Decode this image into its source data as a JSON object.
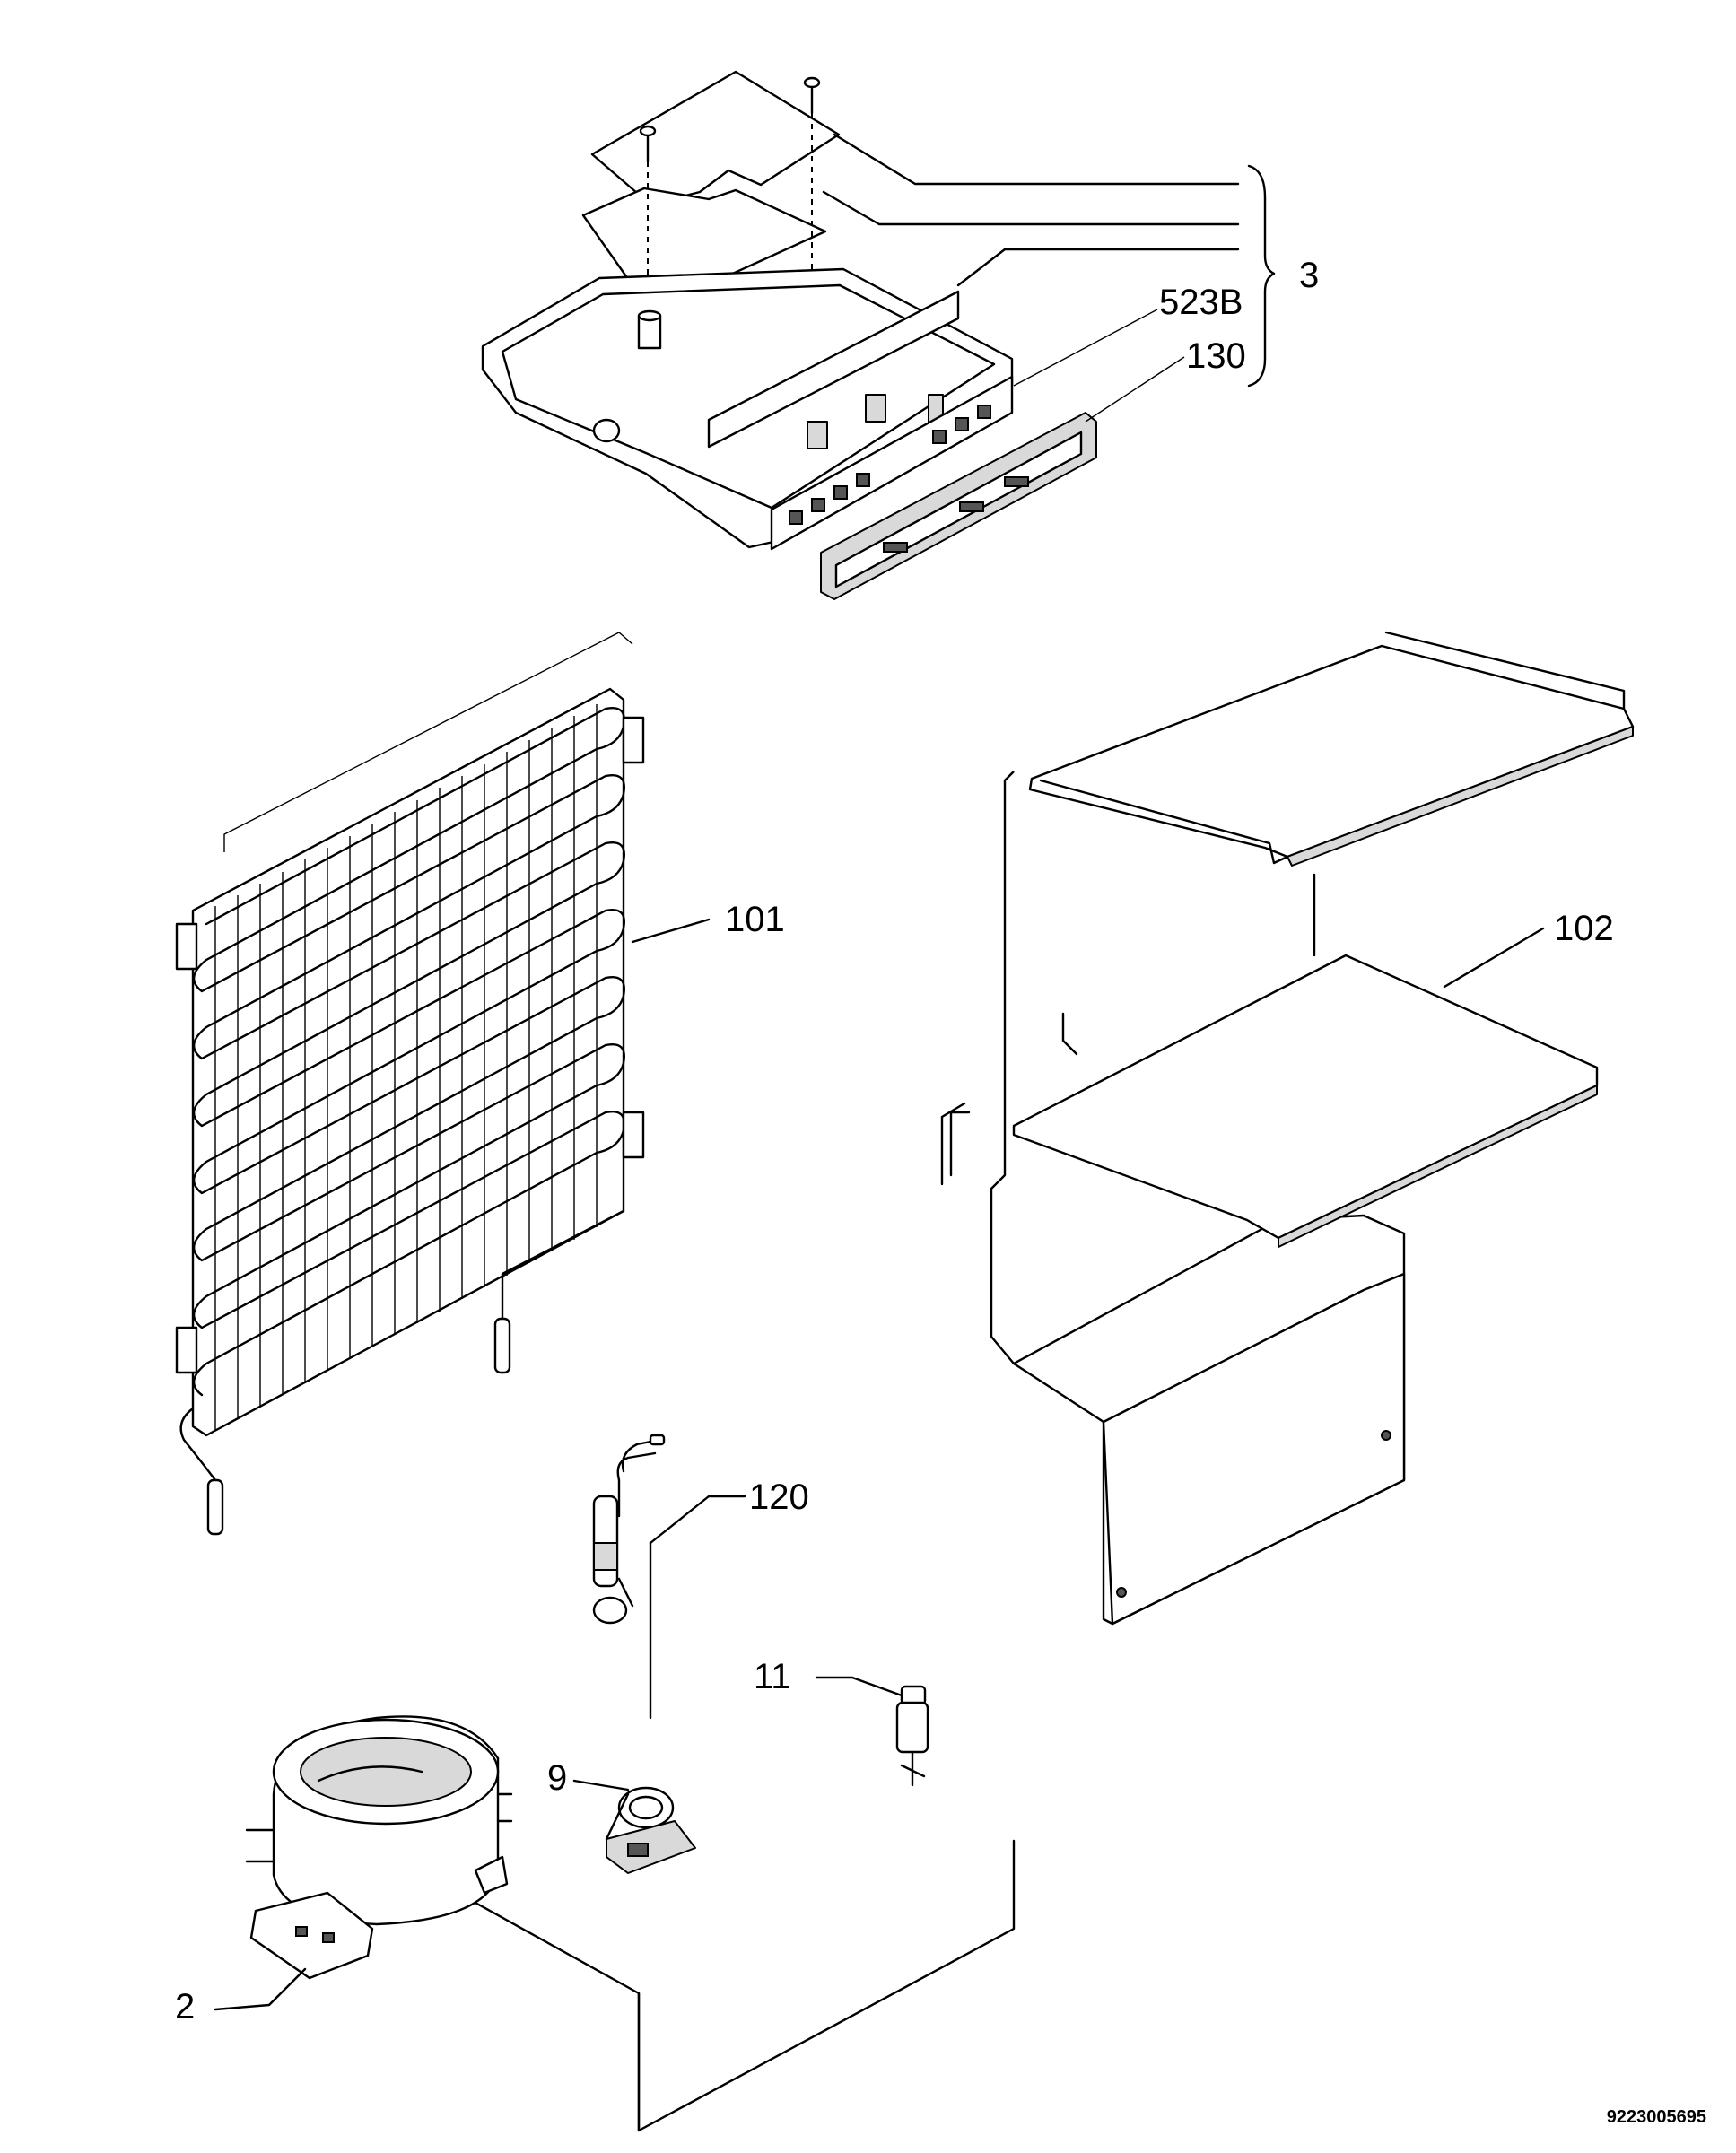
{
  "labels": {
    "control_group": "3",
    "control_panel": "523B",
    "fascia": "130",
    "condenser": "101",
    "shelves": "102",
    "thermostat": "120",
    "relay": "11",
    "clamp": "9",
    "compressor": "2"
  },
  "drawing_code": "9223005695"
}
